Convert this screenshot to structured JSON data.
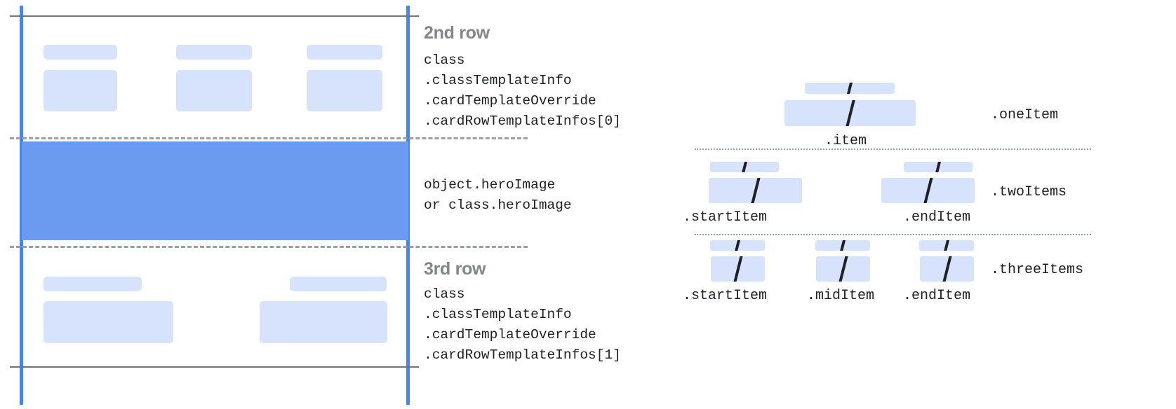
{
  "colors": {
    "guide_blue": "#4285f4",
    "hero_blue": "#6b9bf0",
    "placeholder_blue": "#d7e3fc",
    "rule_gray": "#70757a",
    "dash_gray": "#9aa0a6",
    "heading_gray": "#80868b",
    "code_text": "#202124"
  },
  "left_panel": {
    "second_row": {
      "title": "2nd row",
      "code": "class\n.classTemplateInfo\n.cardTemplateOverride\n.cardRowTemplateInfos[0]"
    },
    "hero": {
      "code": "object.heroImage\nor class.heroImage"
    },
    "third_row": {
      "title": "3rd row",
      "code": "class\n.classTemplateInfo\n.cardTemplateOverride\n.cardRowTemplateInfos[1]"
    }
  },
  "right_panel": {
    "groups": [
      {
        "name": ".oneItem",
        "items": [
          {
            "label": ".item"
          }
        ]
      },
      {
        "name": ".twoItems",
        "items": [
          {
            "label": ".startItem"
          },
          {
            "label": ".endItem"
          }
        ]
      },
      {
        "name": ".threeItems",
        "items": [
          {
            "label": ".startItem"
          },
          {
            "label": ".midItem"
          },
          {
            "label": ".endItem"
          }
        ]
      }
    ]
  }
}
